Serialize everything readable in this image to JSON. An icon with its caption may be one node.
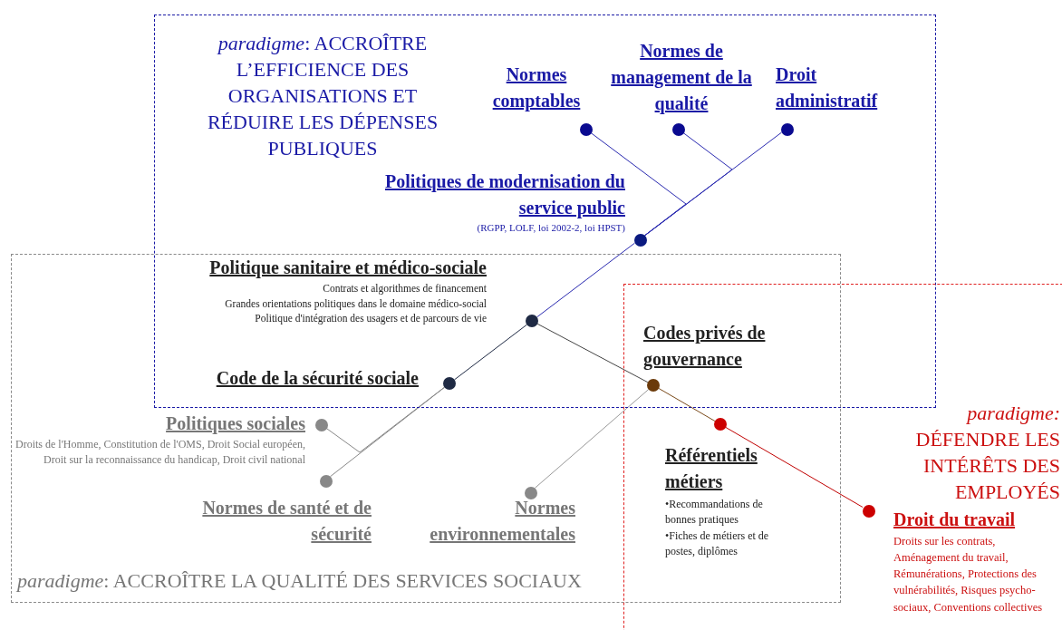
{
  "diagram": {
    "nodes": [
      {
        "text": [
          "*paradigme*: ACCROÎTRE L’EFFICIENCE DES ORGANISATIONS ET RÉDUIRE LES DÉPENSES PUBLIQUES"
        ]
      },
      {
        "text": [],
        "shape": "circle",
        "in": 0,
        "beside": [
          "Normes comptables"
        ]
      },
      {
        "text": [],
        "shape": "circle",
        "in": 0,
        "beside": [
          "Normes de management de la qualité"
        ]
      },
      {
        "text": [],
        "shape": "circle",
        "in": 0,
        "beside": [
          "Droit administratif"
        ]
      },
      {
        "text": [],
        "shape": "circle",
        "in": 0,
        "beside": [
          "Politiques de modernisation du service public",
          "(RGPP, LOLF, loi 2002-2, loi HPST)"
        ]
      },
      {
        "text": [
          "*paradigme*: ACCROÎTRE LA QUALITÉ DES SERVICES SOCIAUX"
        ]
      },
      {
        "text": [],
        "shape": "circle",
        "beside": [
          "Politique sanitaire et médico-sociale",
          "Contrats et algorithmes de financement",
          "Grandes orientations politiques dans le domaine médico-social",
          "Politique d'intégration des usagers et de parcours de vie"
        ]
      },
      {
        "text": [],
        "shape": "circle",
        "beside": [
          "Code de la sécurité sociale"
        ]
      },
      {
        "text": [
          "*paradigme:* DÉFENDRE LES INTÉRÊTS DES EMPLOYÉS"
        ]
      },
      {
        "text": [],
        "shape": "circle",
        "beside": [
          "Codes privés de gouvernance"
        ]
      },
      {
        "text": [],
        "shape": "circle",
        "in": 5,
        "beside": [
          "Politiques sociales",
          "Droits de l'Homme, Constitution de l'OMS, Droit Social européen,  Droit sur la reconnaissance du handicap, Droit civil national"
        ]
      },
      {
        "text": [],
        "shape": "circle"
      },
      {
        "text": [],
        "shape": "circle",
        "in": 5,
        "beside": [
          "Normes de santé et de sécurité"
        ]
      },
      {
        "text": [],
        "shape": "circle",
        "in": 5,
        "beside": [
          "Normes environnementales"
        ]
      },
      {
        "text": [],
        "shape": "circle",
        "in": 8,
        "beside": [
          "Droit du travail",
          "Droits sur les contrats, Aménagement du travail, Rémunérations, Protections des vulnérabilités, Risques psycho-sociaux,  Conventions collectives"
        ]
      }
    ],
    "edges": [
      {
        "from": 1,
        "to": 4,
        "arrow": "none"
      },
      {
        "from": 2,
        "to": 4,
        "arrow": "none"
      },
      {
        "from": 3,
        "to": 4,
        "arrow": "none"
      },
      {
        "from": 4,
        "to": 6,
        "arrow": "none"
      },
      {
        "from": 6,
        "to": 7,
        "arrow": "none",
        "color": "#1f2a44"
      },
      {
        "from": 10,
        "to": 7,
        "arrow": "none",
        "color": "#888888"
      },
      {
        "from": 7,
        "to": 12,
        "arrow": "none",
        "color": "#888888"
      },
      {
        "from": 6,
        "to": 9,
        "arrow": "none",
        "color": "#444444"
      },
      {
        "from": 13,
        "to": 9,
        "arrow": "none",
        "color": "#999999"
      },
      {
        "from": 9,
        "to": 11,
        "arrow": "none",
        "color": "#7a4a1a"
      },
      {
        "from": 11,
        "to": 14,
        "arrow": "none",
        "color": "#c00000"
      }
    ],
    "labels": [
      "Référentiels métiers",
      "•Recommandations de bonnes pratiques",
      "•Fiches de métiers et de postes, diplômes"
    ]
  }
}
